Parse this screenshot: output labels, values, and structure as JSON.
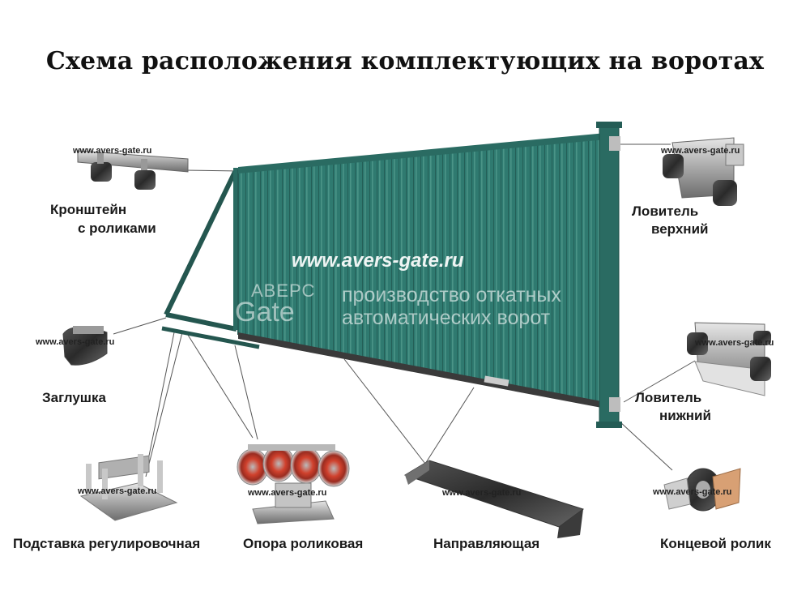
{
  "title": "Схема расположения комплектующих на воротах",
  "watermark": "www.avers-gate.ru",
  "gate": {
    "url": "www.avers-gate.ru",
    "logo_top": "АВЕРС",
    "logo_bottom": "Gate",
    "tagline_1": "производство откатных",
    "tagline_2": "автоматических ворот",
    "panel_color": "#2f7a70",
    "frame_color": "#2a6b62"
  },
  "components": [
    {
      "id": "kronshtein",
      "label_1": "Кронштейн",
      "label_2": "с роликами"
    },
    {
      "id": "lovitel-verh",
      "label_1": "Ловитель",
      "label_2": "верхний"
    },
    {
      "id": "zaglushka",
      "label_1": "Заглушка"
    },
    {
      "id": "lovitel-niz",
      "label_1": "Ловитель",
      "label_2": "нижний"
    },
    {
      "id": "podstavka",
      "label_1": "Подставка регулировочная"
    },
    {
      "id": "opora",
      "label_1": "Опора роликовая"
    },
    {
      "id": "napravlyayushchaya",
      "label_1": "Направляющая"
    },
    {
      "id": "koncevoy",
      "label_1": "Концевой ролик"
    }
  ]
}
